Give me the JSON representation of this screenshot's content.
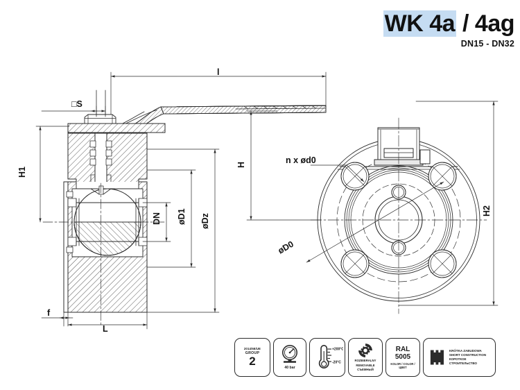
{
  "title": {
    "model": "WK 4a",
    "separator": " / ",
    "variant": "4ag",
    "range": "DN15 - DN32"
  },
  "drawing": {
    "section_view": {
      "labels": {
        "square_stem": "□S",
        "overall_length": "l",
        "height_1": "H1",
        "nominal_diameter": "DN",
        "diameter_d1": "øD1",
        "diameter_dz": "øDz",
        "face_thickness": "f",
        "length_l": "L"
      }
    },
    "front_view": {
      "labels": {
        "height_h": "H",
        "height_h2": "H2",
        "bolt_holes": "n x ød0",
        "bolt_circle": "øD0"
      }
    }
  },
  "badges": [
    {
      "id": "ped-badge",
      "icon": "ped-directive-icon",
      "norm": "2014/68/UE",
      "group_label": "GROUP",
      "group_value": "2"
    },
    {
      "id": "pressure-badge",
      "icon": "pressure-gauge-icon",
      "value": "40 bar"
    },
    {
      "id": "temperature-badge",
      "icon": "thermometer-icon",
      "max": "+200°C",
      "min": "-20°C"
    },
    {
      "id": "removable-badge",
      "icon": "gear-arrows-icon",
      "line_pl": "ROZBIERALNY",
      "line_en": "REMOVABLE",
      "line_ru": "СЪЕМНЫЙ"
    },
    {
      "id": "ral-badge",
      "icon": "color-swatch-icon",
      "standard": "RAL",
      "code": "5005",
      "sub": "KOLOR / COLOR / ЦВЕТ"
    },
    {
      "id": "short-construction-badge",
      "icon": "short-body-icon",
      "line_pl": "KRÓTKA ZABUDOWA",
      "line_en": "SHORT CONSTRUCTION",
      "line_ru": "КОРОТКОЕ СТРОИТЕЛЬСТВО"
    }
  ],
  "colors": {
    "highlight": "#c5dcf2",
    "line": "#2b2b2b",
    "text": "#111111"
  }
}
